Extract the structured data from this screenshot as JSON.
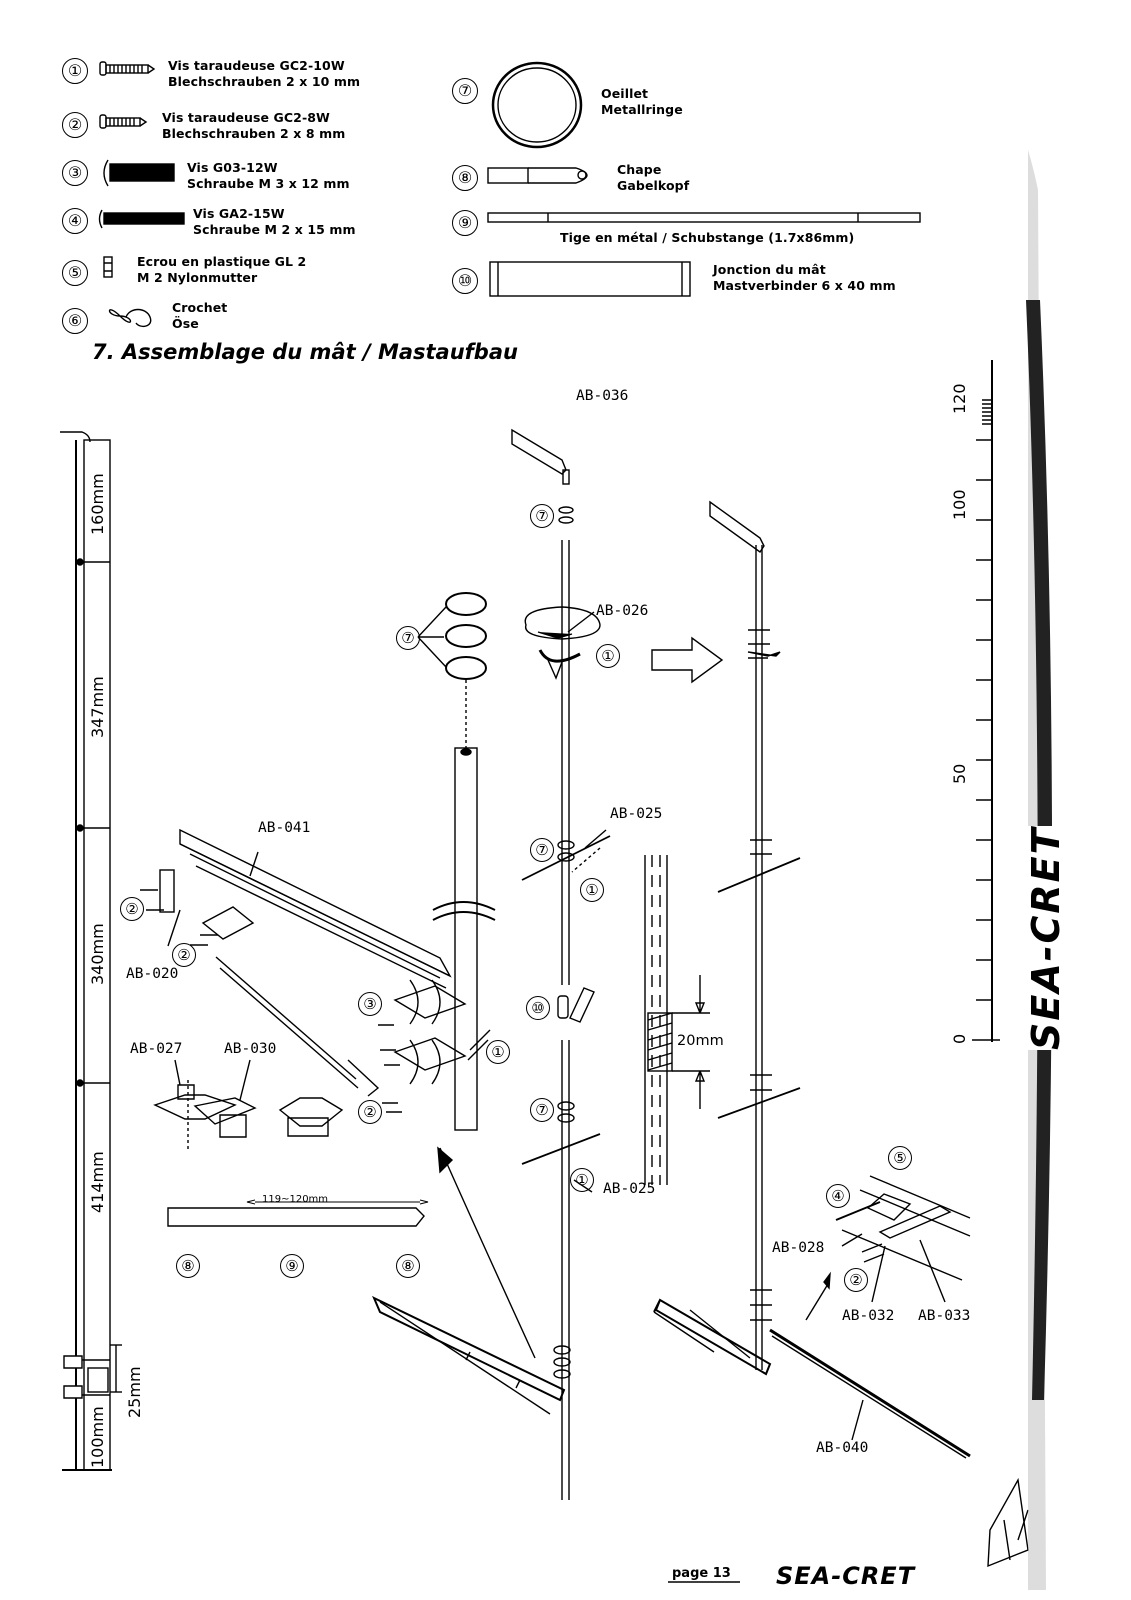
{
  "parts": [
    {
      "num": "①",
      "line1": "Vis taraudeuse GC2-10W",
      "line2": "Blechschrauben 2 x 10 mm",
      "icon": "screw-icon"
    },
    {
      "num": "②",
      "line1": "Vis taraudeuse GC2-8W",
      "line2": "Blechschrauben 2 x 8 mm",
      "icon": "screw-icon"
    },
    {
      "num": "③",
      "line1": "Vis  G03-12W",
      "line2": "Schraube M 3 x 12 mm",
      "icon": "bolt-icon"
    },
    {
      "num": "④",
      "line1": "Vis  GA2-15W",
      "line2": "Schraube M 2 x 15 mm",
      "icon": "bolt-icon"
    },
    {
      "num": "⑤",
      "line1": "Ecrou en plastique GL 2",
      "line2": "M 2 Nylonmutter",
      "icon": "nut-icon"
    },
    {
      "num": "⑥",
      "line1": "Crochet",
      "line2": "Öse",
      "icon": "hook-icon"
    },
    {
      "num": "⑦",
      "line1": "Oeillet",
      "line2": "Metallringe",
      "icon": "ring-icon"
    },
    {
      "num": "⑧",
      "line1": "Chape",
      "line2": "Gabelkopf",
      "icon": "clevis-icon"
    },
    {
      "num": "⑨",
      "line1": "Tige en métal  / Schubstange (1.7x86mm)",
      "line2": "",
      "icon": "rod-icon"
    },
    {
      "num": "⑩",
      "line1": "Jonction du mât",
      "line2": "Mastverbinder 6 x 40 mm",
      "icon": "tube-icon"
    }
  ],
  "section_title": "7. Assemblage du mât / Mastaufbau",
  "mast_dims": [
    "160mm",
    "347mm",
    "340mm",
    "414mm",
    "25mm",
    "100mm"
  ],
  "labels": {
    "ab036": "AB-036",
    "ab026": "AB-026",
    "ab025a": "AB-025",
    "ab025b": "AB-025",
    "ab041": "AB-041",
    "ab020": "AB-020",
    "ab027": "AB-027",
    "ab030": "AB-030",
    "ab028": "AB-028",
    "ab032": "AB-032",
    "ab033": "AB-033",
    "ab040": "AB-040",
    "rod_len": "119~120mm",
    "joint_len": "20mm"
  },
  "ruler": [
    "0",
    "50",
    "100",
    "120"
  ],
  "footer": {
    "page": "page 13",
    "brand": "SEA-CRET"
  },
  "side_brand": "SEA-CRET"
}
